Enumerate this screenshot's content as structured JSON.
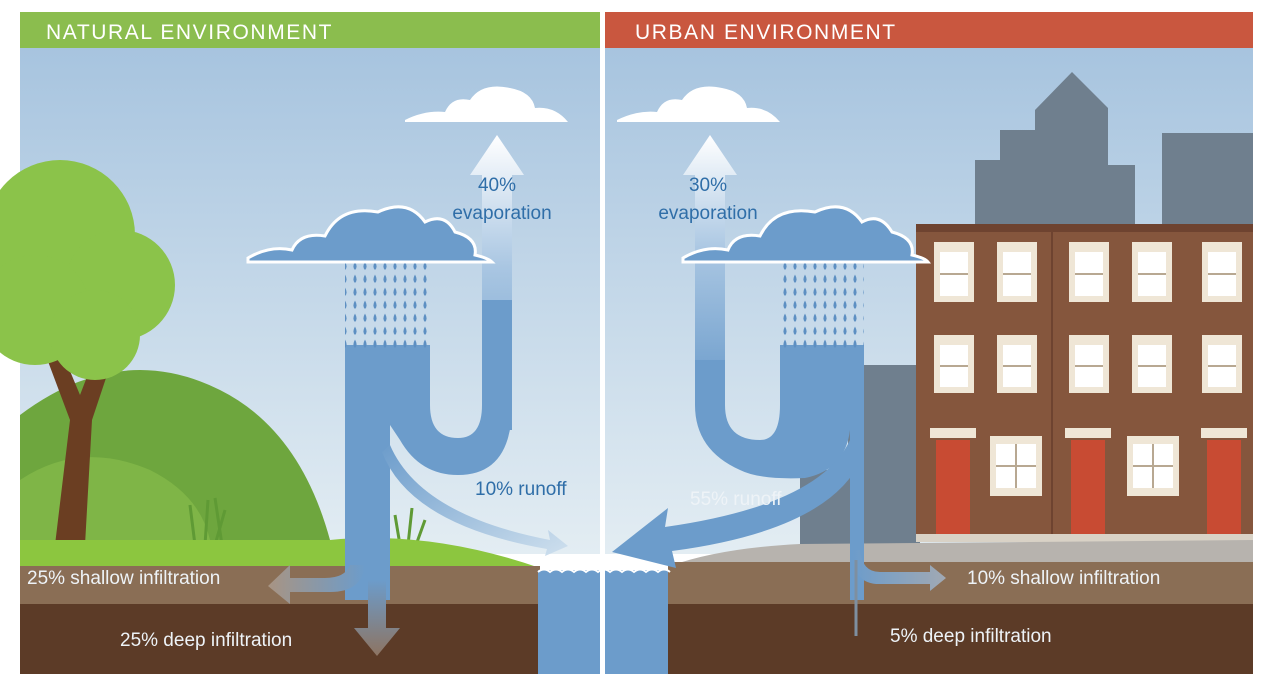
{
  "natural": {
    "header": "NATURAL ENVIRONMENT",
    "header_color": "#8bbd4e",
    "evaporation": {
      "percent": "40%",
      "word": "evaporation"
    },
    "runoff": "10% runoff",
    "shallow_infiltration": "25% shallow infiltration",
    "deep_infiltration": "25% deep infiltration"
  },
  "urban": {
    "header": "URBAN ENVIRONMENT",
    "header_color": "#c9573f",
    "evaporation": {
      "percent": "30%",
      "word": "evaporation"
    },
    "runoff": "55% runoff",
    "shallow_infiltration": "10% shallow infiltration",
    "deep_infiltration": "5% deep infiltration"
  },
  "colors": {
    "sky_top": "#a7c4df",
    "sky_bottom": "#e3edf3",
    "water": "#6c9ccb",
    "label_blue": "#2f6ea8",
    "label_light": "#eef3f7",
    "soil_top": "#8a6e55",
    "soil_bottom": "#5c3b27",
    "brick": "#85563d",
    "door": "#c84b33"
  },
  "icons": [
    "cloud-icon",
    "rain-icon",
    "tree-icon",
    "building-icon",
    "arrow-icon"
  ]
}
